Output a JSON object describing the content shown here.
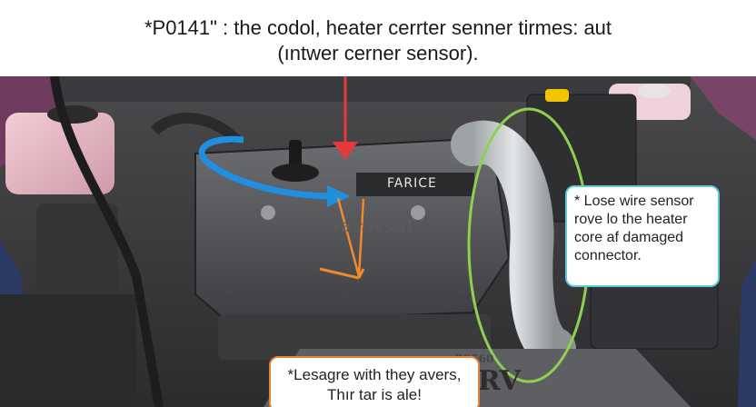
{
  "header": {
    "title_line1": "*P0141\" : the codol, heater cerrter senner tirmes: aut",
    "title_line2": "(ıntwer cerner sensor)."
  },
  "engine": {
    "plate_text": "FARICE",
    "cover_text": "Saravsal",
    "grille_code": "R9560",
    "grille_text": "ERRV"
  },
  "callouts": {
    "right": {
      "line1": "* Lose wire sensor",
      "line2": "rove lo the heater",
      "line3": "core af damaged",
      "line4": "connector."
    },
    "bottom": {
      "line1": "*Lesagre with they avers,",
      "line2": "Thır tar is ale!"
    }
  },
  "colors": {
    "highlight_green": "#8fd14f",
    "arrow_red": "#e63a3a",
    "arrow_blue": "#1f8fe0",
    "arrow_orange": "#f08a2a",
    "callout_border_cyan": "#5fc7d8"
  }
}
